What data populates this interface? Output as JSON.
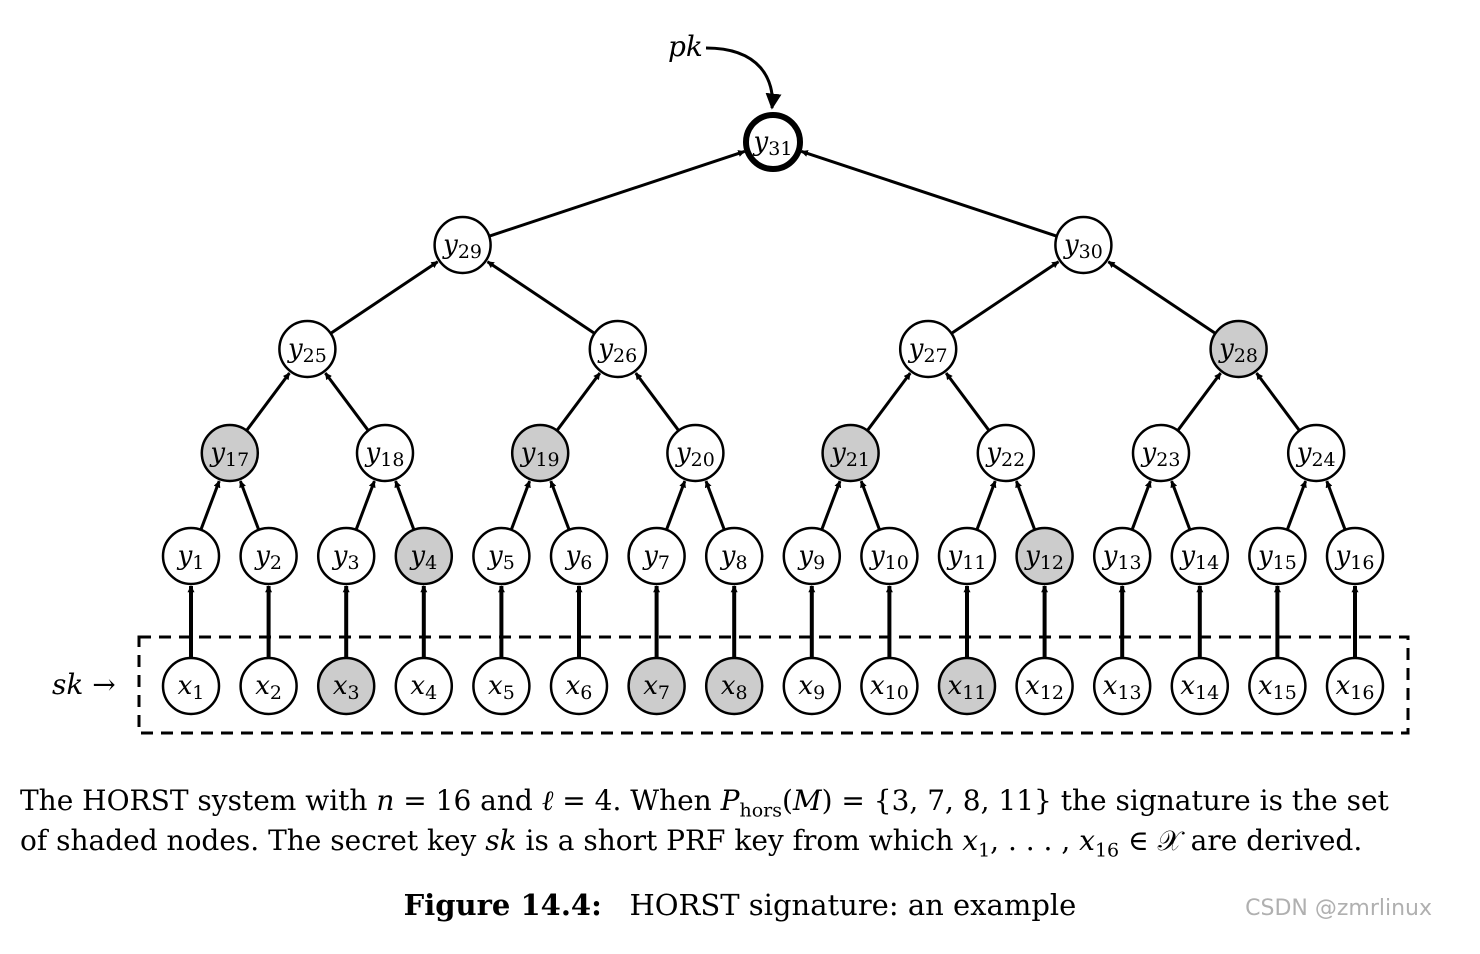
{
  "labels": {
    "pk": "pk",
    "sk": "sk",
    "sk_arrow": "→"
  },
  "nodes": {
    "root": {
      "var": "y",
      "sub": "31",
      "shaded": false,
      "bold": true
    },
    "level4": [
      {
        "var": "y",
        "sub": "29",
        "shaded": false
      },
      {
        "var": "y",
        "sub": "30",
        "shaded": false
      }
    ],
    "level3": [
      {
        "var": "y",
        "sub": "25",
        "shaded": false
      },
      {
        "var": "y",
        "sub": "26",
        "shaded": false
      },
      {
        "var": "y",
        "sub": "27",
        "shaded": false
      },
      {
        "var": "y",
        "sub": "28",
        "shaded": true
      }
    ],
    "level2": [
      {
        "var": "y",
        "sub": "17",
        "shaded": true
      },
      {
        "var": "y",
        "sub": "18",
        "shaded": false
      },
      {
        "var": "y",
        "sub": "19",
        "shaded": true
      },
      {
        "var": "y",
        "sub": "20",
        "shaded": false
      },
      {
        "var": "y",
        "sub": "21",
        "shaded": true
      },
      {
        "var": "y",
        "sub": "22",
        "shaded": false
      },
      {
        "var": "y",
        "sub": "23",
        "shaded": false
      },
      {
        "var": "y",
        "sub": "24",
        "shaded": false
      }
    ],
    "level1": [
      {
        "var": "y",
        "sub": "1",
        "shaded": false
      },
      {
        "var": "y",
        "sub": "2",
        "shaded": false
      },
      {
        "var": "y",
        "sub": "3",
        "shaded": false
      },
      {
        "var": "y",
        "sub": "4",
        "shaded": true
      },
      {
        "var": "y",
        "sub": "5",
        "shaded": false
      },
      {
        "var": "y",
        "sub": "6",
        "shaded": false
      },
      {
        "var": "y",
        "sub": "7",
        "shaded": false
      },
      {
        "var": "y",
        "sub": "8",
        "shaded": false
      },
      {
        "var": "y",
        "sub": "9",
        "shaded": false
      },
      {
        "var": "y",
        "sub": "10",
        "shaded": false
      },
      {
        "var": "y",
        "sub": "11",
        "shaded": false
      },
      {
        "var": "y",
        "sub": "12",
        "shaded": true
      },
      {
        "var": "y",
        "sub": "13",
        "shaded": false
      },
      {
        "var": "y",
        "sub": "14",
        "shaded": false
      },
      {
        "var": "y",
        "sub": "15",
        "shaded": false
      },
      {
        "var": "y",
        "sub": "16",
        "shaded": false
      }
    ],
    "leaves": [
      {
        "var": "x",
        "sub": "1",
        "shaded": false
      },
      {
        "var": "x",
        "sub": "2",
        "shaded": false
      },
      {
        "var": "x",
        "sub": "3",
        "shaded": true
      },
      {
        "var": "x",
        "sub": "4",
        "shaded": false
      },
      {
        "var": "x",
        "sub": "5",
        "shaded": false
      },
      {
        "var": "x",
        "sub": "6",
        "shaded": false
      },
      {
        "var": "x",
        "sub": "7",
        "shaded": true
      },
      {
        "var": "x",
        "sub": "8",
        "shaded": true
      },
      {
        "var": "x",
        "sub": "9",
        "shaded": false
      },
      {
        "var": "x",
        "sub": "10",
        "shaded": false
      },
      {
        "var": "x",
        "sub": "11",
        "shaded": true
      },
      {
        "var": "x",
        "sub": "12",
        "shaded": false
      },
      {
        "var": "x",
        "sub": "13",
        "shaded": false
      },
      {
        "var": "x",
        "sub": "14",
        "shaded": false
      },
      {
        "var": "x",
        "sub": "15",
        "shaded": false
      },
      {
        "var": "x",
        "sub": "16",
        "shaded": false
      }
    ]
  },
  "colors": {
    "shaded_fill": "#cccccc",
    "node_fill": "#ffffff",
    "stroke": "#000000",
    "watermark": "#b0b0b0"
  },
  "caption": {
    "line1": {
      "t1": "The HORST system with ",
      "n": "n",
      "t2": " = 16 and ",
      "ell": "ℓ",
      "t3": " = 4.  When ",
      "P": "P",
      "P_sub": "hors",
      "t4": "(",
      "M": "M",
      "t5": ") = {3, 7, 8, 11} the signature is the set"
    },
    "line2": {
      "t1": "of shaded nodes.  The secret key ",
      "sk": "sk",
      "t2": " is a short PRF key from which ",
      "x1": "x",
      "x1_sub": "1",
      "t3": ", . . . , ",
      "x16": "x",
      "x16_sub": "16",
      "t4": " ∈ 𝒳 are derived."
    }
  },
  "figure_caption": {
    "label": "Figure 14.4:",
    "text": "HORST signature: an example"
  },
  "watermark": "CSDN @zmrlinux"
}
